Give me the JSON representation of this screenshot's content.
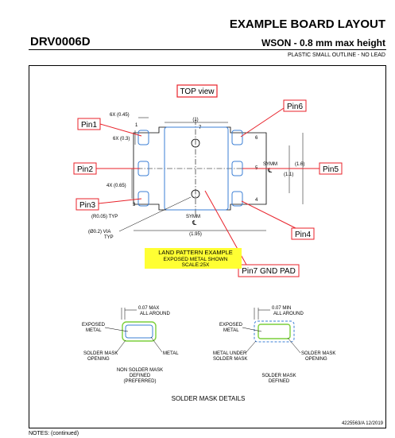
{
  "header": {
    "title": "EXAMPLE BOARD LAYOUT",
    "part_number": "DRV0006D",
    "package": "WSON - 0.8 mm max height",
    "package_desc": "PLASTIC SMALL OUTLINE - NO LEAD"
  },
  "drawing": {
    "top_view": "TOP view",
    "pins": {
      "pin1": "Pin1",
      "pin2": "Pin2",
      "pin3": "Pin3",
      "pin4": "Pin4",
      "pin5": "Pin5",
      "pin6": "Pin6",
      "pin7": "Pin7 GND PAD"
    },
    "dims": {
      "pad_width": "6X (0.45)",
      "pad_length": "6X (0.3)",
      "pitch": "4X (0.65)",
      "radius": "(R0.05) TYP",
      "via": "(Ø0.2) VIA",
      "via_typ": "TYP",
      "top_width": "(1)",
      "height": "(1.6)",
      "pad_height": "(1.1)",
      "bottom_width": "(1.95)",
      "symm": "SYMM",
      "symm_glyph": "℄"
    },
    "pin_numbers": [
      "1",
      "7",
      "6",
      "5",
      "3",
      "4"
    ],
    "land_pattern": {
      "title": "LAND PATTERN EXAMPLE",
      "line2": "EXPOSED METAL SHOWN",
      "line3": "SCALE:25X",
      "highlight_color": "#ffff33"
    },
    "annotation_color": "#e8222a",
    "pad_color": "#3b7fd6"
  },
  "solder_mask": {
    "left": {
      "clearance": "0.07 MAX",
      "clearance2": "ALL AROUND",
      "exposed": "EXPOSED",
      "exposed2": "METAL",
      "metal": "METAL",
      "opening": "SOLDER MASK",
      "opening2": "OPENING",
      "cap1": "NON SOLDER MASK",
      "cap2": "DEFINED",
      "cap3": "(PREFERRED)"
    },
    "right": {
      "clearance": "0.07 MIN",
      "clearance2": "ALL AROUND",
      "exposed": "EXPOSED",
      "exposed2": "METAL",
      "metal_under": "METAL UNDER",
      "metal_under2": "SOLDER MASK",
      "opening": "SOLDER MASK",
      "opening2": "OPENING",
      "cap1": "SOLDER MASK",
      "cap2": "DEFINED"
    },
    "details_title": "SOLDER MASK DETAILS"
  },
  "footer": {
    "doc_id": "4225563/A   12/2019",
    "notes": "NOTES: (continued)"
  }
}
